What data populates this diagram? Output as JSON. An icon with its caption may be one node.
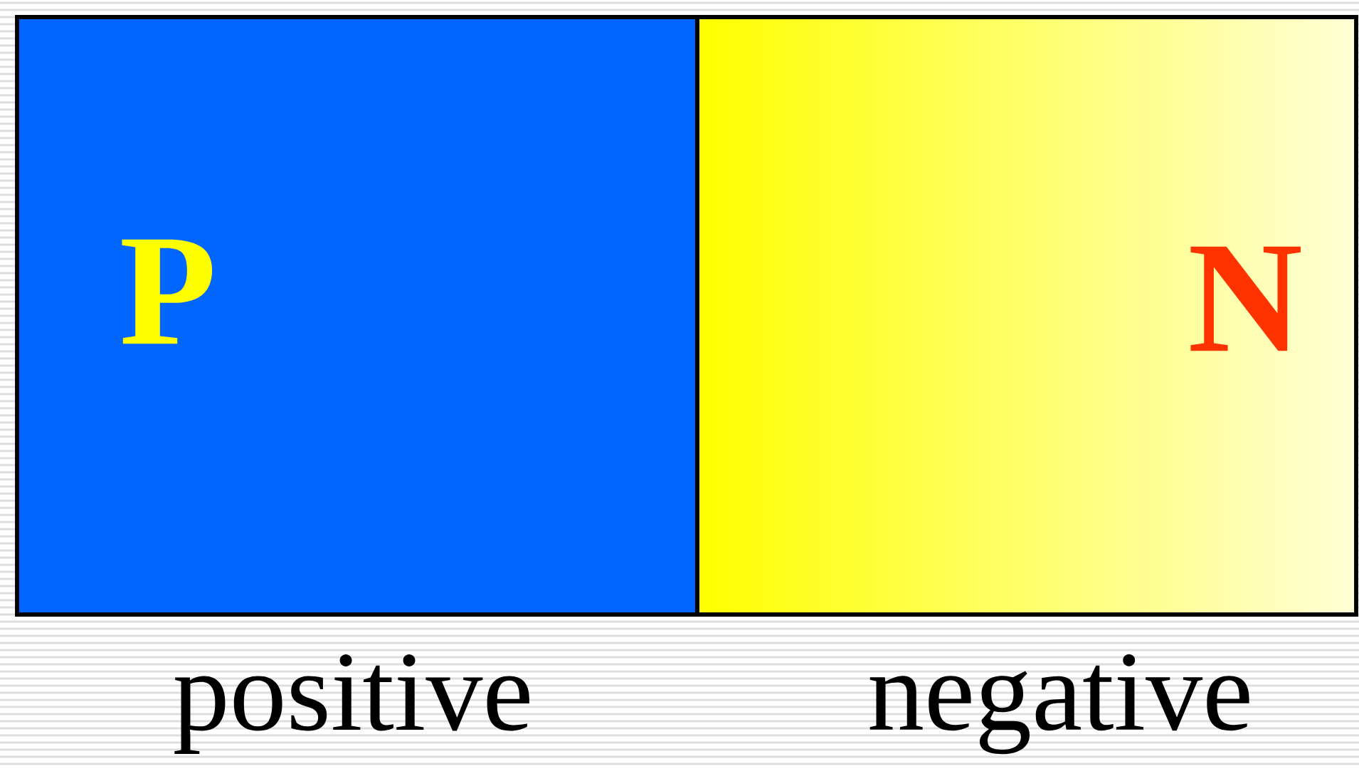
{
  "diagram": {
    "nodes": [
      {
        "text": [
          "P"
        ],
        "beside": [
          "positive"
        ]
      },
      {
        "text": [
          "N"
        ],
        "beside": [
          "negative"
        ]
      }
    ]
  }
}
